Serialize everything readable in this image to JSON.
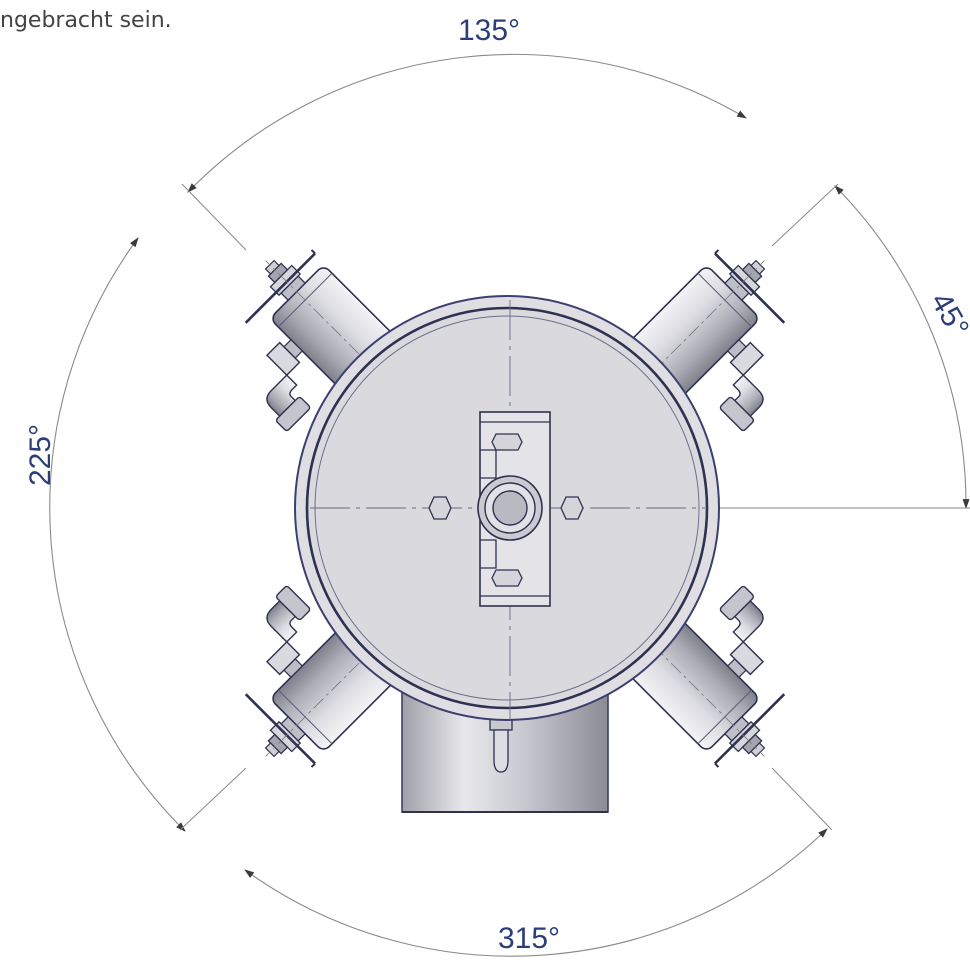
{
  "intro_text": "ngebracht sein.",
  "angles": {
    "a45": "45°",
    "a135": "135°",
    "a225": "225°",
    "a315": "315°"
  },
  "colors": {
    "label": "#2b3e7a",
    "outline": "#3d3f6e",
    "body_fill": "#d8d8dc",
    "dim_line": "#8a8a8a"
  }
}
